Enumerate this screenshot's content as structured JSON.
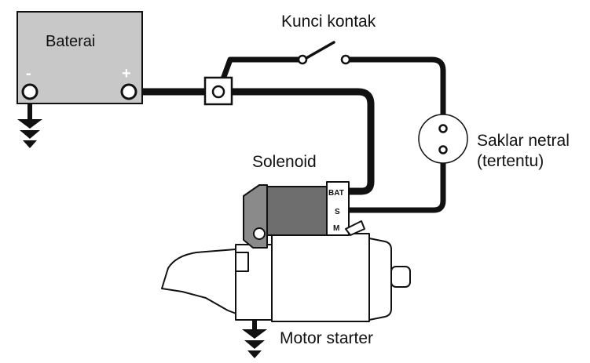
{
  "labels": {
    "battery": "Baterai",
    "battery_neg": "-",
    "battery_pos": "+",
    "ignition_key": "Kunci kontak",
    "neutral_switch_line1": "Saklar netral",
    "neutral_switch_line2": "(tertentu)",
    "solenoid": "Solenoid",
    "motor": "Motor starter",
    "term_bat": "BAT",
    "term_s": "S",
    "term_m": "M"
  },
  "colors": {
    "wire": "#111111",
    "battery_fill": "#c8c8c8",
    "solenoid_fill": "#6e6e6e",
    "motor_fill": "#ffffff",
    "outline": "#111111"
  }
}
